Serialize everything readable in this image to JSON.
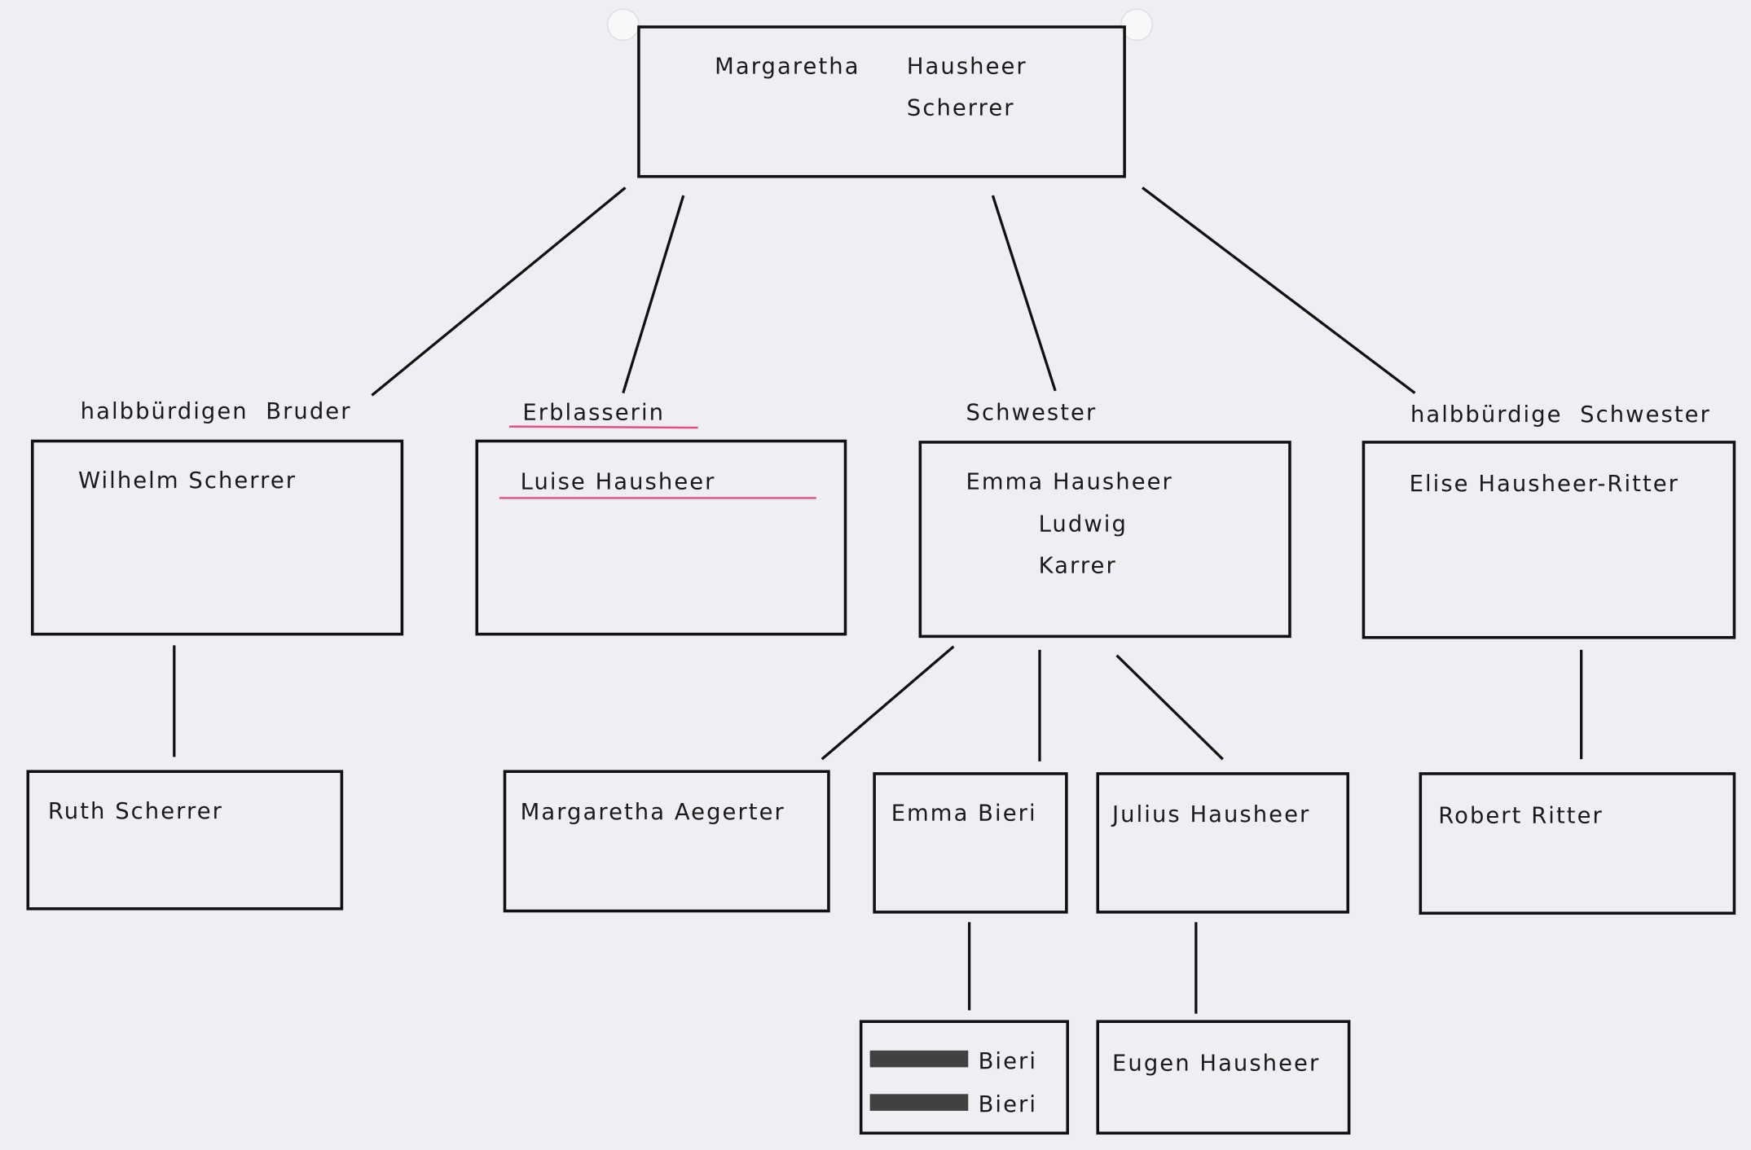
{
  "root": {
    "first": "Margaretha",
    "last1": "Hausheer",
    "last2": "Scherrer",
    "deceased": true
  },
  "relations": {
    "half_brother": "halbbürdigen  Bruder",
    "testator": "Erblasserin",
    "sister": "Schwester",
    "half_sister": "halbbürdige  Schwester"
  },
  "children": {
    "wilhelm": {
      "name": "Wilhelm Scherrer",
      "deceased": true
    },
    "luise": {
      "name": "Luise Hausheer",
      "deceased": true
    },
    "emma": {
      "line1": "Emma Hausheer",
      "line2": "Ludwig",
      "line3": "Karrer",
      "deceased": true
    },
    "elise": {
      "name": "Elise Hausheer-Ritter",
      "deceased": true
    }
  },
  "grandchildren": {
    "ruth": {
      "name": "Ruth Scherrer"
    },
    "margaretha": {
      "name": "Margaretha Aegerter"
    },
    "emma_bieri": {
      "name": "Emma Bieri"
    },
    "julius": {
      "name": "Julius Hausheer",
      "deceased": true
    },
    "robert": {
      "name": "Robert Ritter"
    }
  },
  "great_grandchildren": {
    "bieri": {
      "line1": "Bieri",
      "line2": "Bieri",
      "first_names": "redacted"
    },
    "eugen": {
      "name": "Eugen Hausheer"
    }
  },
  "colors": {
    "highlight": "#e0508a",
    "ink": "#111111",
    "paper": "#eeeff3"
  }
}
